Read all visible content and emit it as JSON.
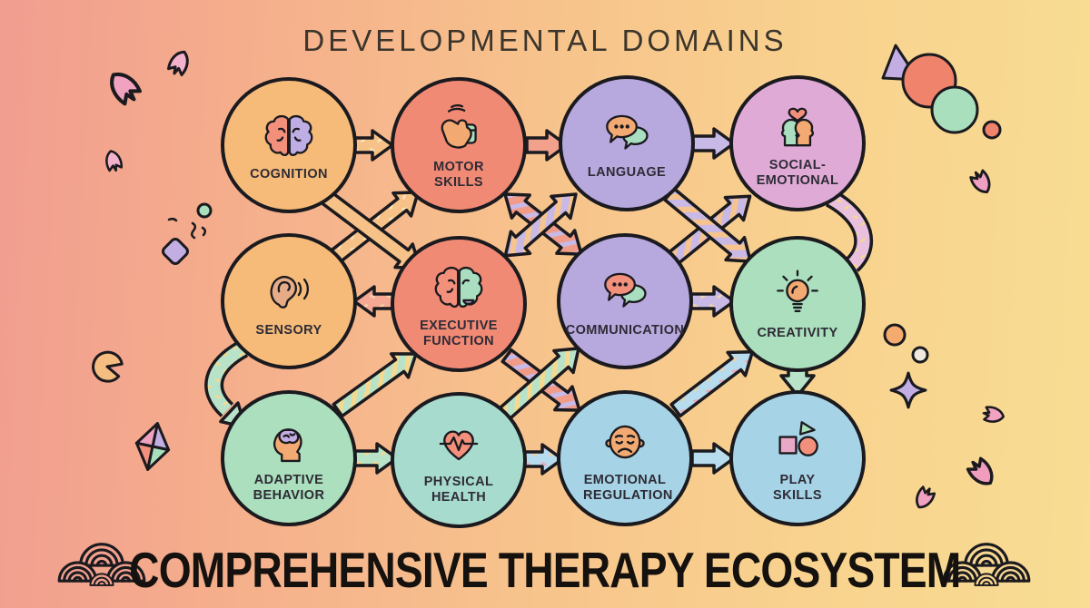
{
  "header": {
    "title": "DEVELOPMENTAL DOMAINS"
  },
  "footer": {
    "title": "COMPREHENSIVE THERAPY ECOSYSTEM"
  },
  "palette": {
    "outline": "#1b1a1f",
    "bg_left": "#f19d90",
    "bg_right": "#f8dd93",
    "orange": "#f6bb78",
    "salmon": "#f18a74",
    "purple": "#b7a8dd",
    "mauve": "#dfabd6",
    "green": "#abdfbd",
    "teal": "#a7dbcd",
    "blue": "#a6d4e6",
    "arrow_orange": "#f7c287",
    "arrow_salmon": "#f2a18c",
    "arrow_purple": "#c9b9e6",
    "arrow_green": "#b9e3c8",
    "arrow_blue": "#b7dcee",
    "arrow_pink": "#e9c0de"
  },
  "nodes": [
    {
      "id": "cognition",
      "label": "COGNITION",
      "icon": "brain-icon",
      "color": "#f6bb78"
    },
    {
      "id": "motor-skills",
      "label": "MOTOR SKILLS",
      "icon": "grasping-hand-icon",
      "color": "#f18a74"
    },
    {
      "id": "language",
      "label": "LANGUAGE",
      "icon": "speech-bubbles-icon",
      "color": "#b7a8dd"
    },
    {
      "id": "social-emotional",
      "label": "SOCIAL-EMOTIONAL",
      "icon": "faces-heart-icon",
      "color": "#dfabd6"
    },
    {
      "id": "sensory",
      "label": "SENSORY",
      "icon": "ear-icon",
      "color": "#f6bb78"
    },
    {
      "id": "executive-function",
      "label": "EXECUTIVE FUNCTION",
      "icon": "brain-icon",
      "color": "#f18a74"
    },
    {
      "id": "communication",
      "label": "COMMUNICATION",
      "icon": "speech-bubbles-icon",
      "color": "#b7a8dd"
    },
    {
      "id": "creativity",
      "label": "CREATIVITY",
      "icon": "lightbulb-icon",
      "color": "#abdfbd"
    },
    {
      "id": "adaptive-behavior",
      "label": "ADAPTIVE BEHAVIOR",
      "icon": "head-brain-icon",
      "color": "#abdfbd"
    },
    {
      "id": "physical-health",
      "label": "PHYSICAL HEALTH",
      "icon": "heart-pulse-icon",
      "color": "#a7dbcd"
    },
    {
      "id": "emotional-regulation",
      "label": "EMOTIONAL REGULATION",
      "icon": "sad-face-icon",
      "color": "#a6d4e6"
    },
    {
      "id": "play-skills",
      "label": "PLAY SKILLS",
      "icon": "play-shapes-icon",
      "color": "#a6d4e6"
    }
  ],
  "decorations": [
    "sakura-petal",
    "kite",
    "pac-man-crescent",
    "sparkle-star",
    "wave-ornament",
    "triangle",
    "circles"
  ]
}
